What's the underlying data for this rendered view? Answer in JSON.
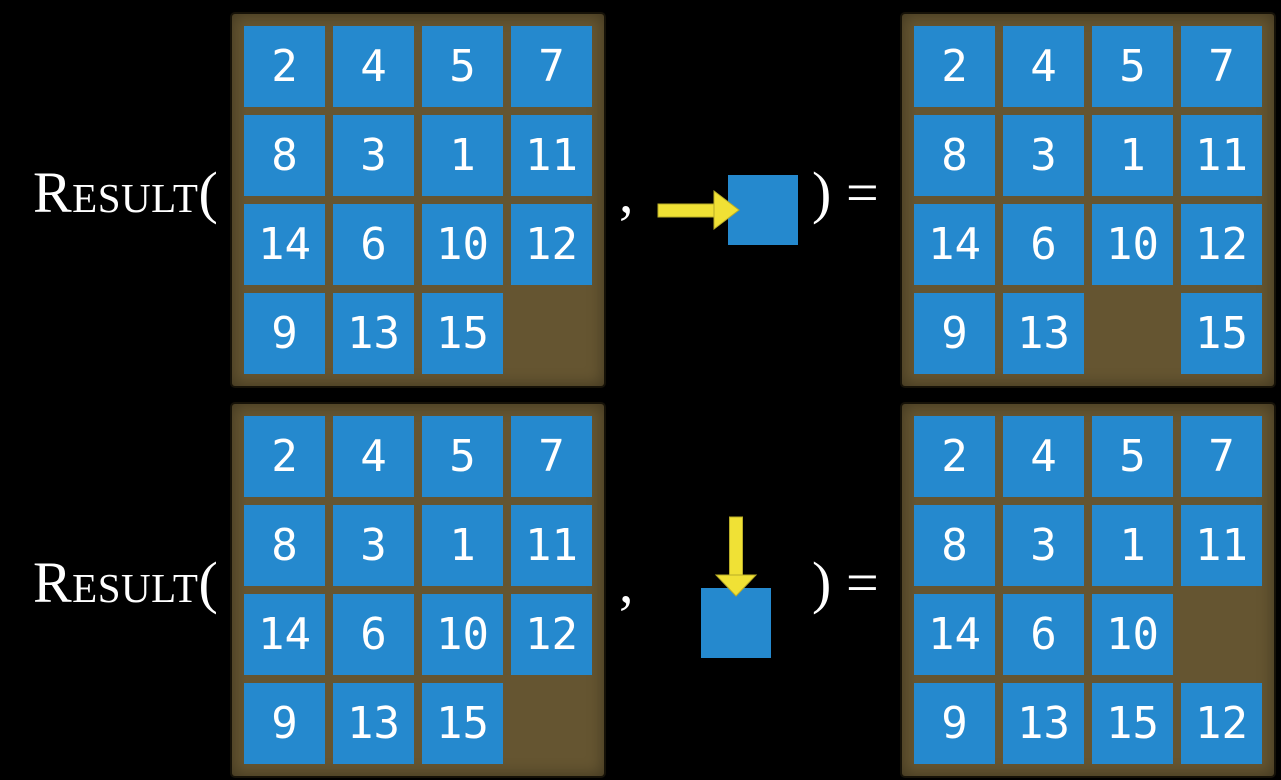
{
  "figure": {
    "function_label": "Result(",
    "comma": ",",
    "close_paren": ")",
    "equals": "="
  },
  "colors": {
    "background": "#000000",
    "board_frame": "#655531",
    "tile_blue": "#2589CE",
    "arrow_yellow": "#F0E135",
    "number_white": "#FFFFFF"
  },
  "examples": [
    {
      "name": "slide-tile-right",
      "action_icon": "arrow-right-icon",
      "before": [
        [
          2,
          4,
          5,
          7
        ],
        [
          8,
          3,
          1,
          11
        ],
        [
          14,
          6,
          10,
          12
        ],
        [
          9,
          13,
          15,
          null
        ]
      ],
      "after": [
        [
          2,
          4,
          5,
          7
        ],
        [
          8,
          3,
          1,
          11
        ],
        [
          14,
          6,
          10,
          12
        ],
        [
          9,
          13,
          null,
          15
        ]
      ]
    },
    {
      "name": "slide-tile-down",
      "action_icon": "arrow-down-icon",
      "before": [
        [
          2,
          4,
          5,
          7
        ],
        [
          8,
          3,
          1,
          11
        ],
        [
          14,
          6,
          10,
          12
        ],
        [
          9,
          13,
          15,
          null
        ]
      ],
      "after": [
        [
          2,
          4,
          5,
          7
        ],
        [
          8,
          3,
          1,
          11
        ],
        [
          14,
          6,
          10,
          null
        ],
        [
          9,
          13,
          15,
          12
        ]
      ]
    }
  ]
}
